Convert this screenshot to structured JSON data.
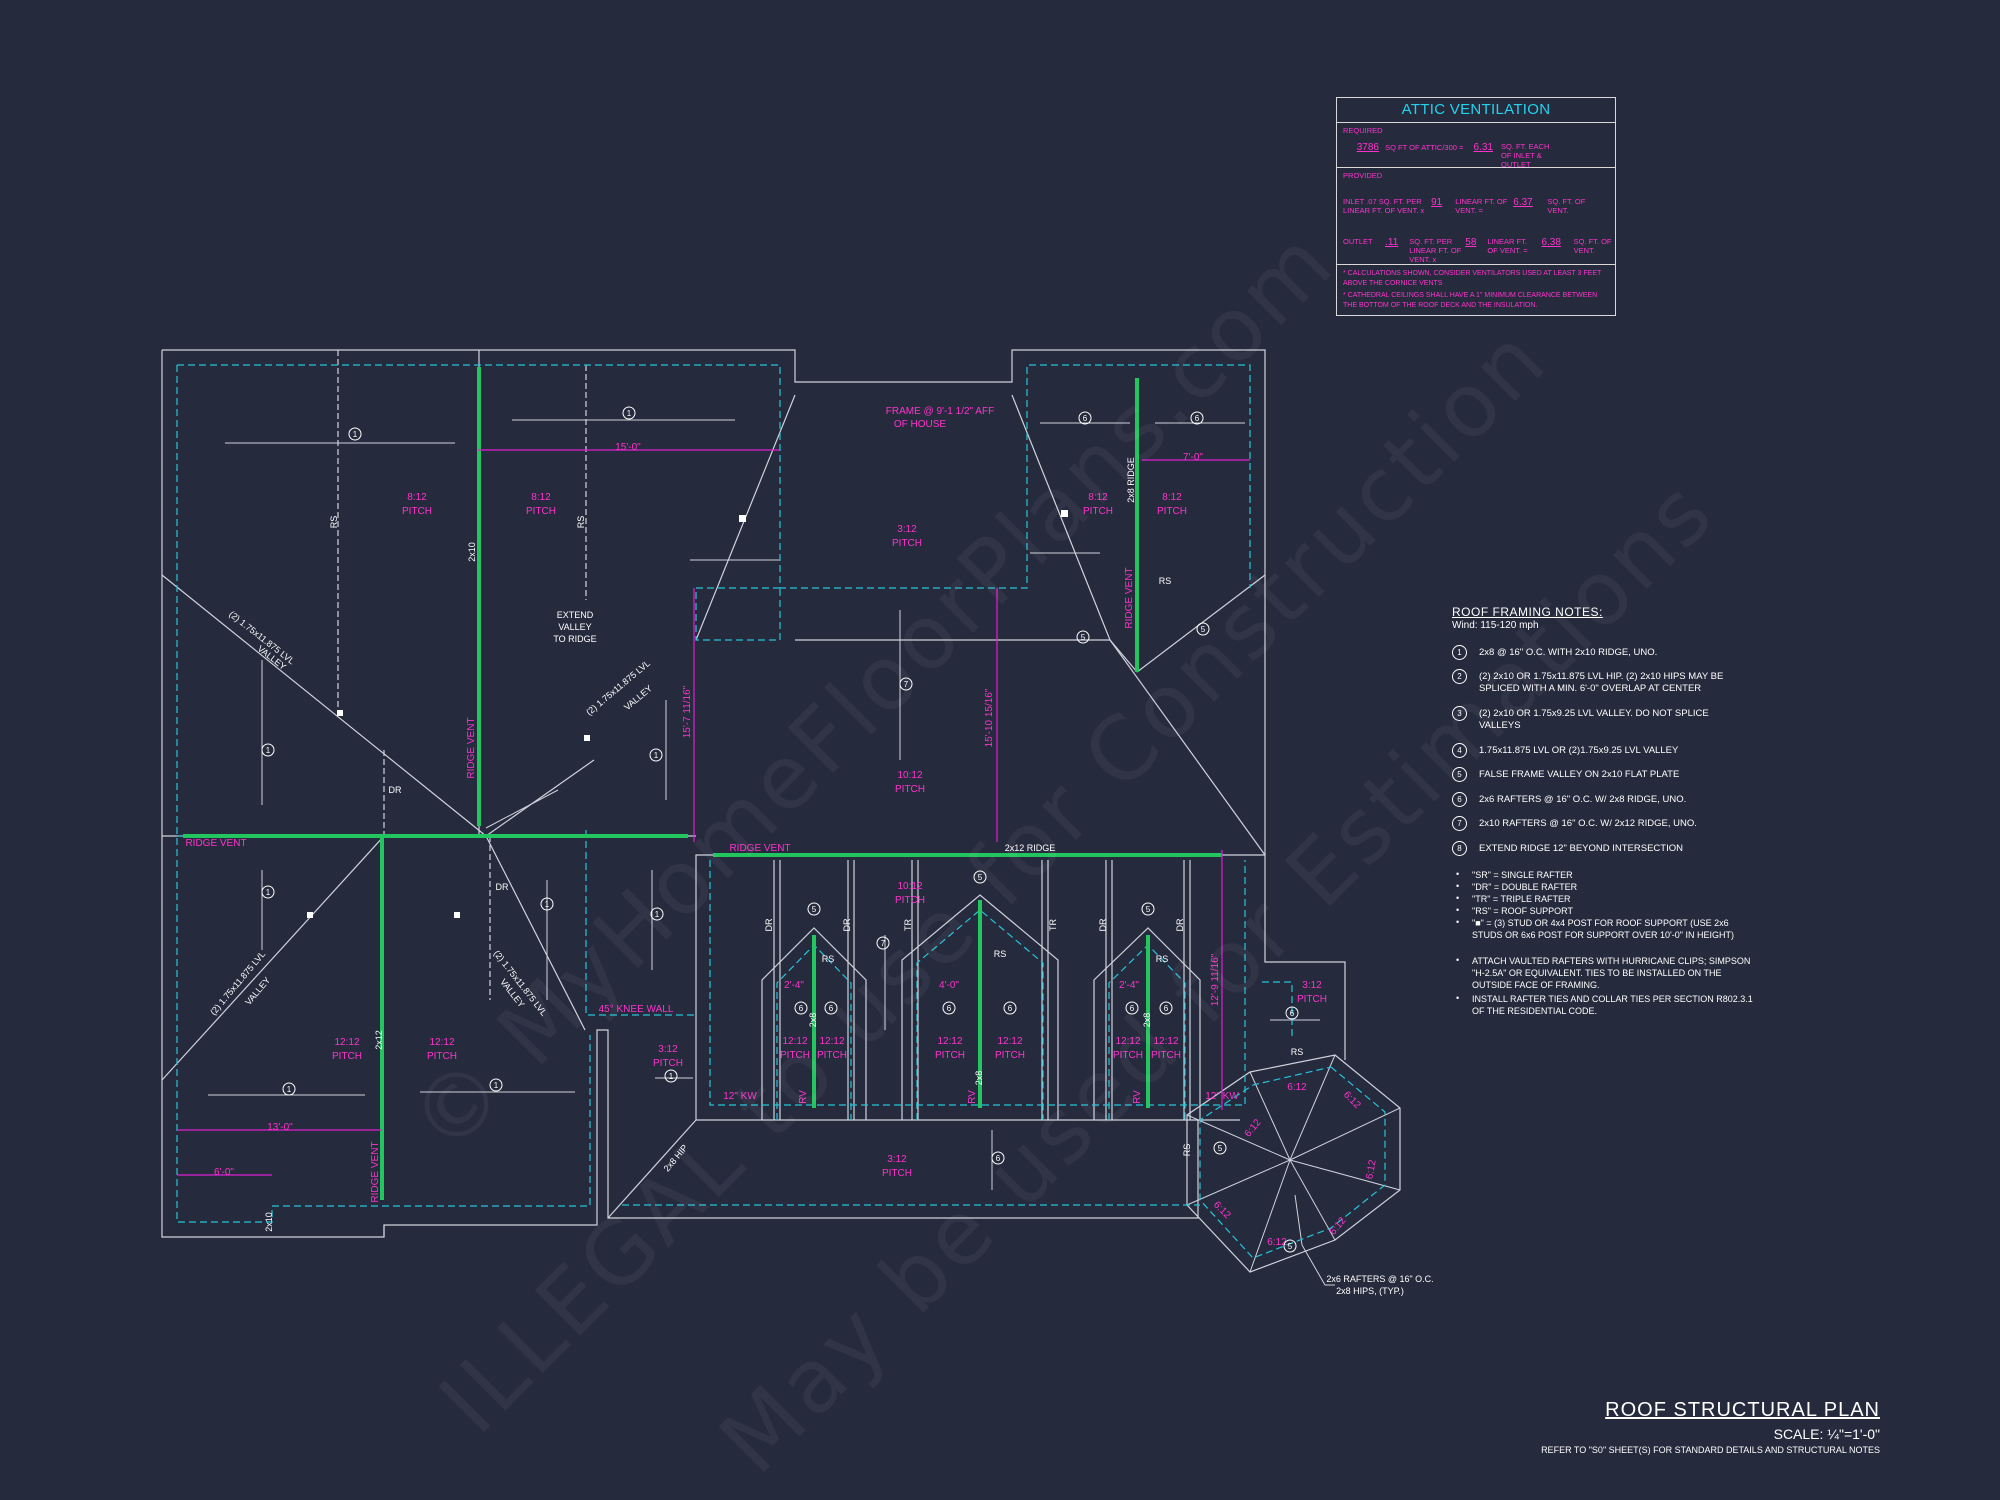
{
  "watermark": [
    "© MyHomeFloorPlans.com",
    "ILLEGAL to use for Construction",
    "May be used for Estimations"
  ],
  "attic": {
    "title": "ATTIC VENTILATION",
    "required_label": "REQUIRED",
    "req_sqft": "3786",
    "req_text": "SQ FT OF ATTIC/300 =",
    "req_value": "6.31",
    "req_unit": "SQ. FT. EACH OF INLET & OUTLET",
    "provided_label": "PROVIDED",
    "inlet_label": "INLET .07 SQ. FT. PER LINEAR FT. OF VENT. x",
    "inlet_lf": "91",
    "inlet_lf_label": "LINEAR FT. OF VENT. =",
    "inlet_value": "6.37",
    "inlet_unit": "SQ. FT. OF VENT.",
    "outlet_label": "OUTLET",
    "outlet_rate": ".11",
    "outlet_rate_label": "SQ. FT. PER LINEAR FT. OF VENT. x",
    "outlet_lf": "58",
    "outlet_lf_label": "LINEAR FT. OF VENT. =",
    "outlet_value": "6.38",
    "outlet_unit": "SQ. FT. OF VENT.",
    "note1": "* CALCULATIONS SHOWN, CONSIDER VENTILATORS USED AT LEAST 3 FEET ABOVE THE CORNICE VENTS",
    "note2": "* CATHEDRAL CEILINGS SHALL HAVE A 1\" MINIMUM CLEARANCE BETWEEN THE BOTTOM OF THE ROOF DECK AND THE INSULATION."
  },
  "notes": {
    "heading": "ROOF FRAMING NOTES:",
    "wind": "Wind: 115-120 mph",
    "items": [
      {
        "n": "1",
        "text": "2x8 @ 16\" O.C. WITH 2x10 RIDGE, UNO."
      },
      {
        "n": "2",
        "text": "(2) 2x10 OR 1.75x11.875 LVL HIP. (2) 2x10 HIPS MAY BE SPLICED WITH A MIN. 6'-0\" OVERLAP AT CENTER"
      },
      {
        "n": "3",
        "text": "(2) 2x10 OR 1.75x9.25 LVL VALLEY. DO NOT SPLICE VALLEYS"
      },
      {
        "n": "4",
        "text": "1.75x11.875 LVL OR (2)1.75x9.25 LVL VALLEY"
      },
      {
        "n": "5",
        "text": "FALSE FRAME VALLEY ON 2x10 FLAT PLATE"
      },
      {
        "n": "6",
        "text": "2x6 RAFTERS @ 16\" O.C. W/ 2x8 RIDGE, UNO."
      },
      {
        "n": "7",
        "text": "2x10 RAFTERS @ 16\" O.C. W/ 2x12 RIDGE, UNO."
      },
      {
        "n": "8",
        "text": "EXTEND RIDGE 12\" BEYOND INTERSECTION"
      }
    ],
    "bullets": [
      "\"SR\" = SINGLE RAFTER",
      "\"DR\" = DOUBLE RAFTER",
      "\"TR\" = TRIPLE RAFTER",
      "\"RS\" = ROOF SUPPORT",
      "\"■\" = (3) STUD OR 4x4 POST FOR ROOF SUPPORT (USE 2x6 STUDS OR 6x6 POST FOR SUPPORT OVER 10'-0\" IN HEIGHT)",
      "ATTACH VAULTED RAFTERS WITH HURRICANE CLIPS; SIMPSON \"H-2.5A\" OR EQUIVALENT. TIES TO BE INSTALLED ON THE OUTSIDE FACE OF FRAMING.",
      "INSTALL RAFTER TIES AND COLLAR TIES PER SECTION R802.3.1 OF THE RESIDENTIAL CODE."
    ]
  },
  "title": {
    "name": "ROOF STRUCTURAL PLAN",
    "scale": "SCALE: ¼\"=1'-0\"",
    "refer": "REFER TO \"S0\" SHEET(S) FOR STANDARD DETAILS AND STRUCTURAL NOTES"
  },
  "plan_labels": {
    "pitch_812": "8:12",
    "pitch_312": "3:12",
    "pitch_1012": "10:12",
    "pitch_1212": "12:12",
    "pitch_612": "6:12",
    "pitch_word": "PITCH",
    "ridge_vent": "RIDGE VENT",
    "ridge_2x8": "2x8 RIDGE",
    "ridge_2x12": "2x12 RIDGE",
    "frame": "FRAME @ 9'-1 1/2\" AFF",
    "frame2": "OF HOUSE",
    "valley_lvl": "(2) 1.75x11.875 LVL",
    "valley": "VALLEY",
    "extend1": "EXTEND",
    "extend2": "VALLEY",
    "extend3": "TO RIDGE",
    "knee": "45° KNEE WALL",
    "kw": "12\" KW",
    "rs": "RS",
    "dr": "DR",
    "tr": "TR",
    "rv": "RV",
    "lumber_2x10": "2x10",
    "lumber_2x8": "2x8",
    "lumber_2x12": "2x12",
    "hip": "2x8 HIP",
    "dim_150": "15'-0\"",
    "dim_70": "7'-0\"",
    "dim_15711": "15'-7 11/16\"",
    "dim_151015": "15'-10 15/16\"",
    "dim_129": "12'-9 11/16\"",
    "dim_130": "13'-0\"",
    "dim_60": "6'-0\"",
    "dim_24": "2'-4\"",
    "dim_40": "4'-0\"",
    "oct_note1": "2x6 RAFTERS @ 16\" O.C.",
    "oct_note2": "2x8 HIPS, (TYP.)"
  }
}
